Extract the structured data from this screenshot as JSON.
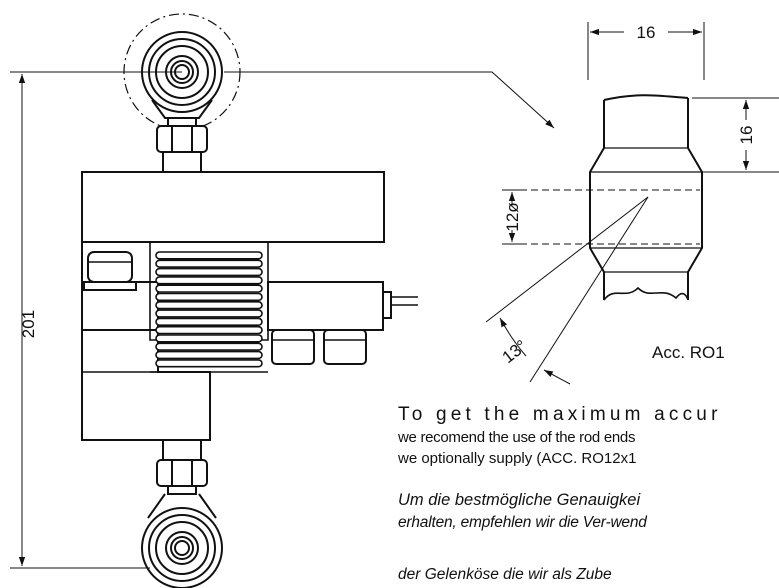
{
  "dimensions": {
    "overall_height": "201",
    "rod_end_width": "16",
    "rod_end_offset": "16",
    "bore_diameter": "12ø",
    "tilt_angle": "13°"
  },
  "label": "Acc. RO1",
  "note_en": {
    "line1": "To get the maximum accur",
    "line2": "we recomend the use of the rod ends",
    "line3": "we optionally supply (ACC. RO12x1"
  },
  "note_de": {
    "line1": "Um die bestmögliche Genauigkei",
    "line2": "erhalten, empfehlen wir die Ver-wend",
    "line3": "der Gelenköse die wir als Zube"
  },
  "colors": {
    "line": "#111111",
    "background": "#ffffff"
  }
}
